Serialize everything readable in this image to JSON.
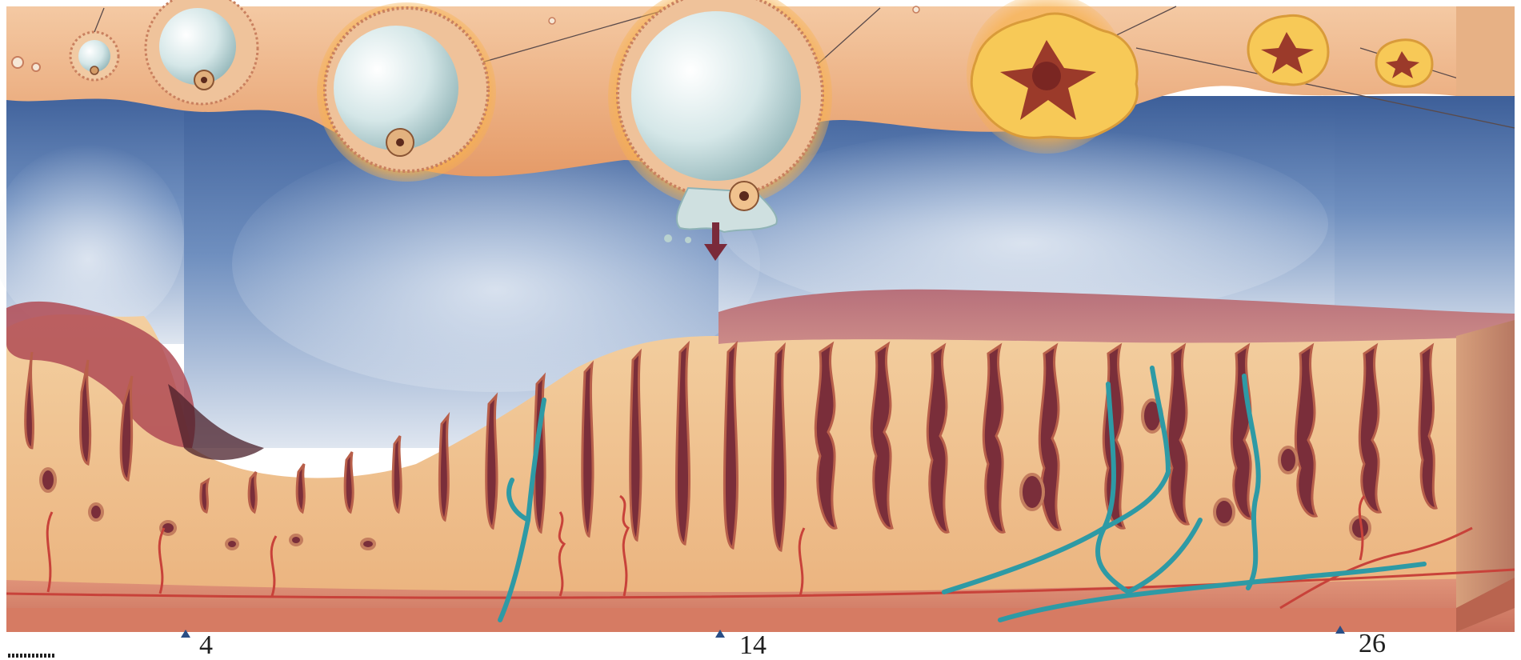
{
  "figure": {
    "day_markers": [
      {
        "label": "4"
      },
      {
        "label": "14"
      },
      {
        "label": "26"
      }
    ]
  },
  "colors": {
    "ovary_tissue": "#e9a574",
    "stroma": "#e7b77f",
    "endometrium": "#f0c58f",
    "gland_lining": "#c86f56",
    "gland_lumen": "#6f2f3a",
    "myometrium": "#d58268",
    "artery": "#c8423a",
    "vein": "#2e9aa5",
    "background_blue": "#5b7db0",
    "follicle_fluid": "#d9ecec",
    "corpus_luteum": "#f6c64a",
    "day_marker": "#2a4f86"
  }
}
